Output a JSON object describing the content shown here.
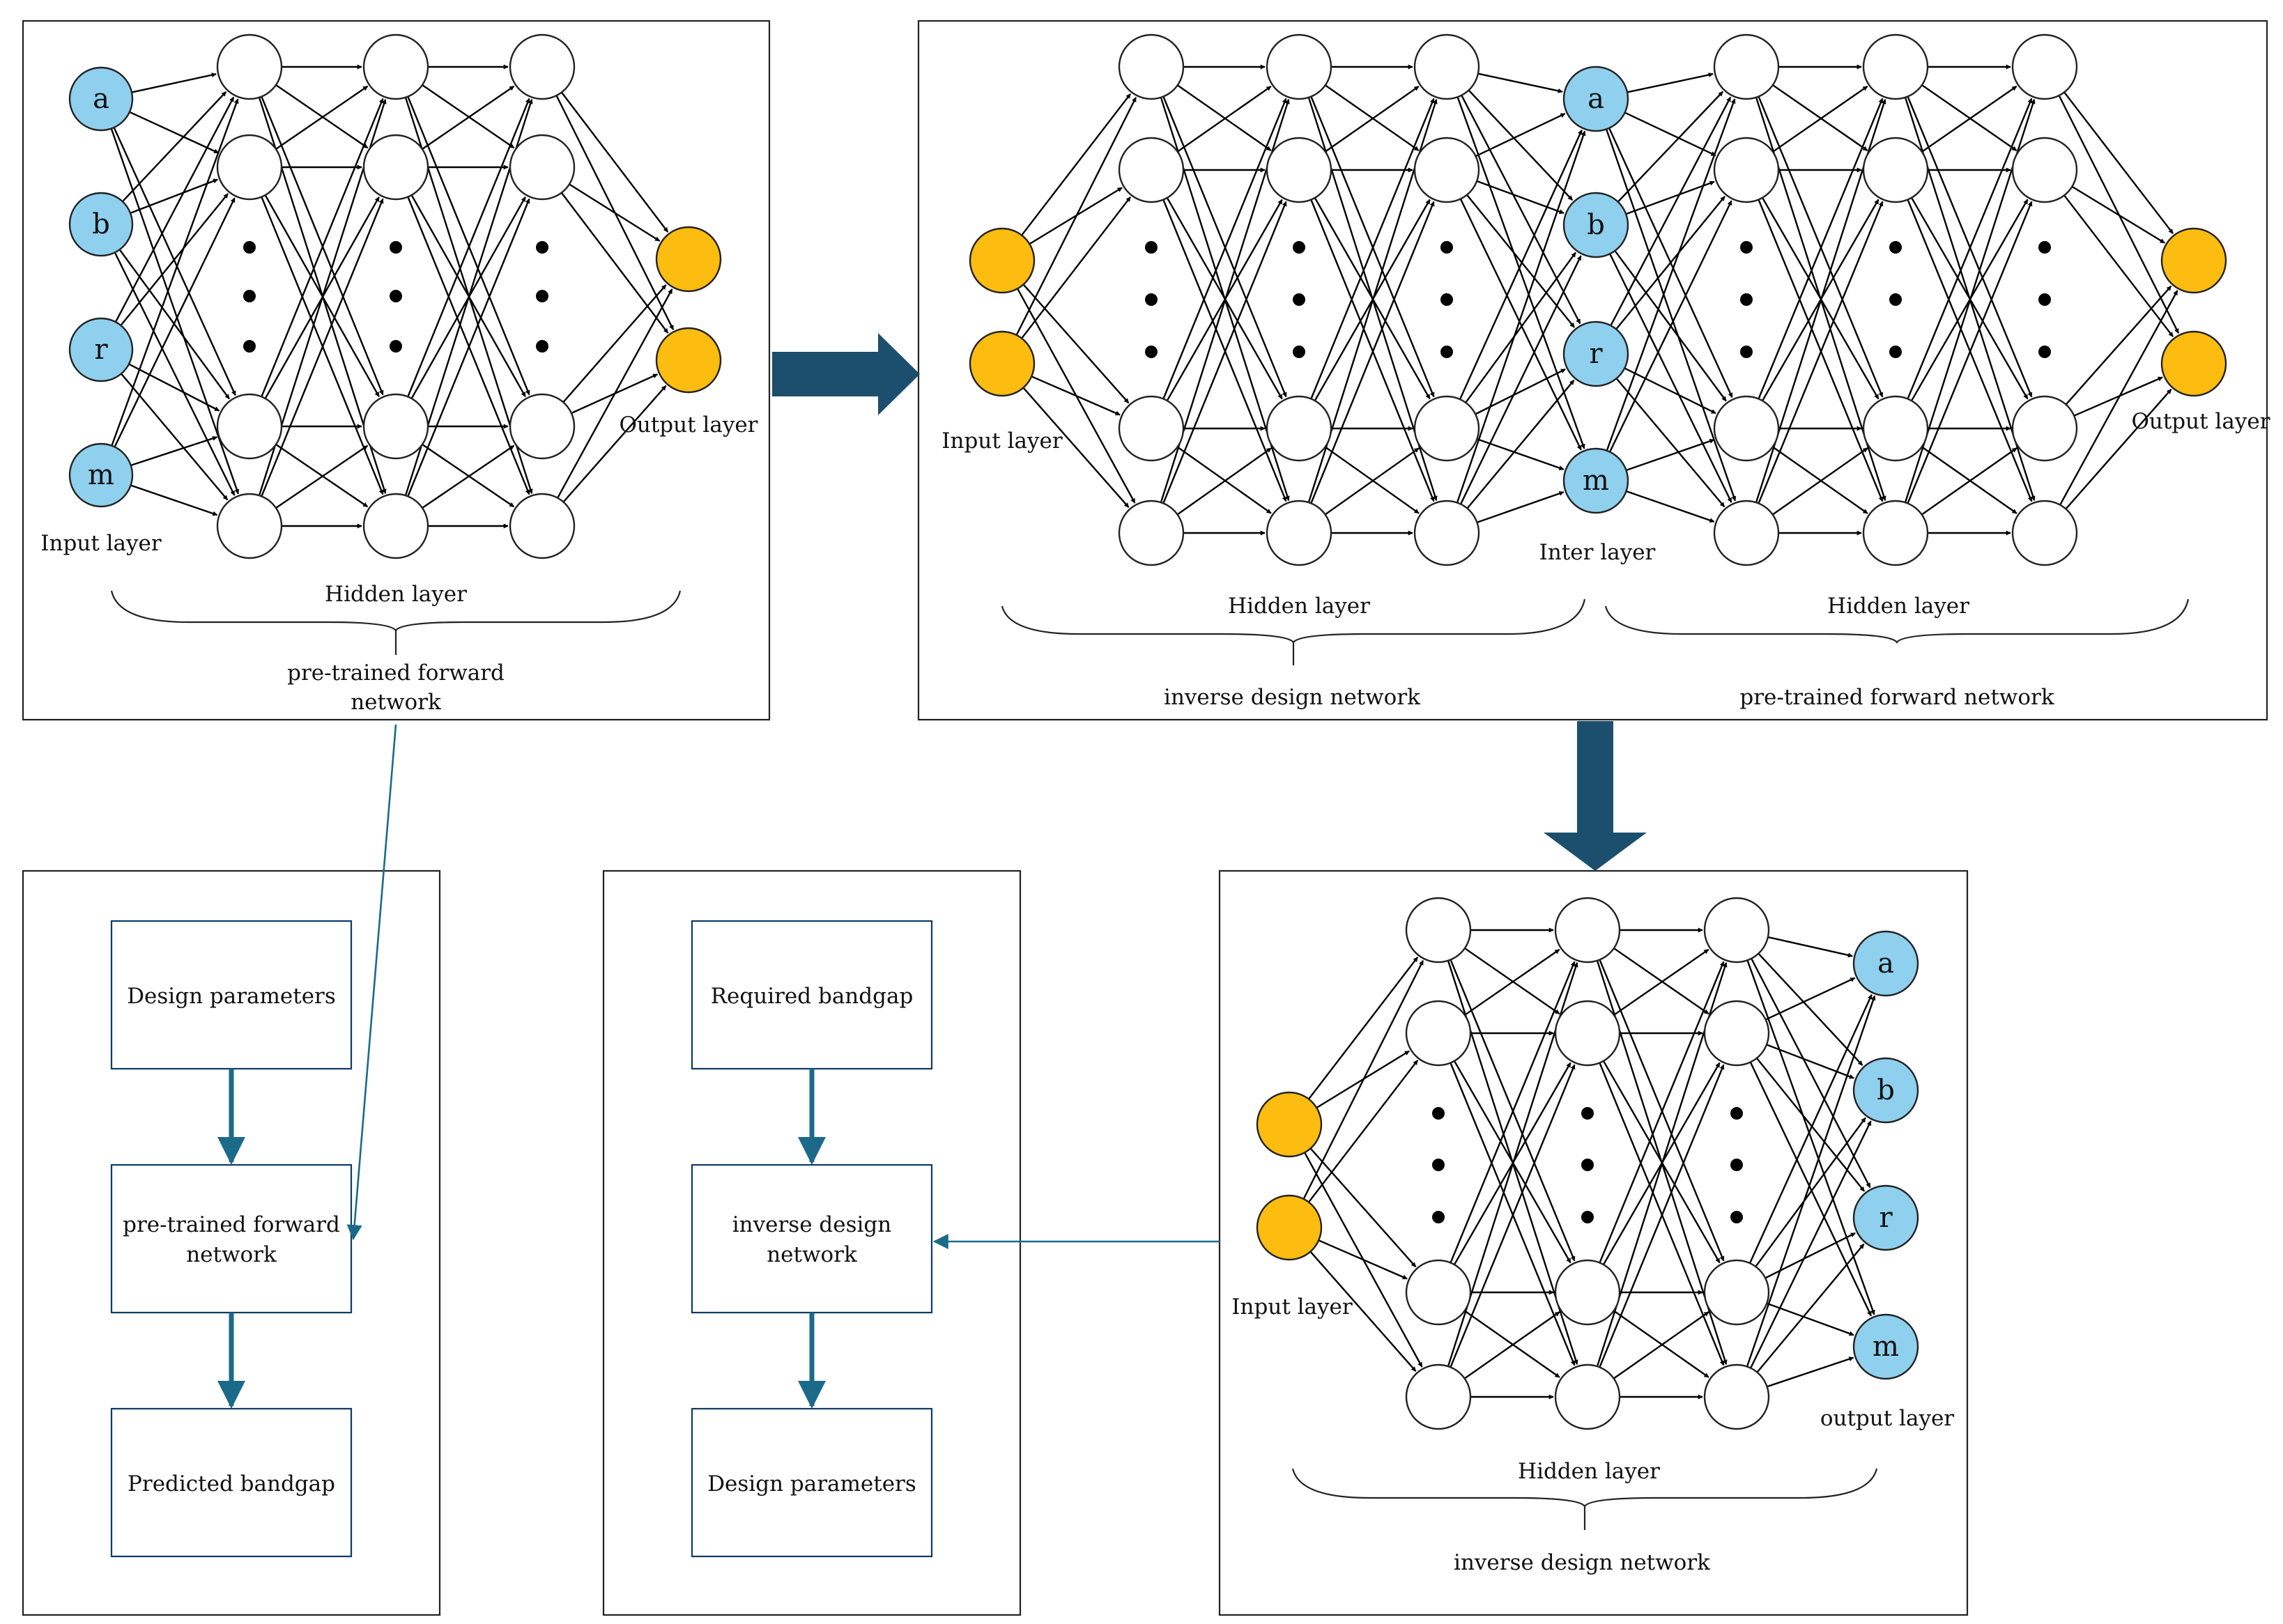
{
  "panel_top_left": {
    "input_nodes": [
      "a",
      "b",
      "r",
      "m"
    ],
    "input_label": "Input layer",
    "hidden_label": "Hidden layer",
    "output_label": "Output layer",
    "caption_line1": "pre-trained forward",
    "caption_line2": "network"
  },
  "panel_top_right": {
    "input_label": "Input  layer",
    "inter_nodes": [
      "a",
      "b",
      "r",
      "m"
    ],
    "inter_label": "Inter layer",
    "hidden_label_left": "Hidden layer",
    "hidden_label_right": "Hidden layer",
    "output_label": "Output layer",
    "caption_left": "inverse design network",
    "caption_right": "pre-trained forward network"
  },
  "panel_bottom_right": {
    "input_label": "Input  layer",
    "output_nodes": [
      "a",
      "b",
      "r",
      "m"
    ],
    "output_label": "output layer",
    "hidden_label": "Hidden layer",
    "caption": "inverse design network"
  },
  "flow_forward": {
    "box1": "Design parameters",
    "box2_line1": "pre-trained forward",
    "box2_line2": "network",
    "box3": "Predicted bandgap"
  },
  "flow_inverse": {
    "box1": "Required bandgap",
    "box2_line1": "inverse design",
    "box2_line2": "network",
    "box3": "Design parameters"
  },
  "colors": {
    "node_blue": "#8fd0ee",
    "node_orange": "#fdbc10",
    "arrow_dark": "#1c4f6e",
    "link_teal": "#1b6a8a"
  }
}
